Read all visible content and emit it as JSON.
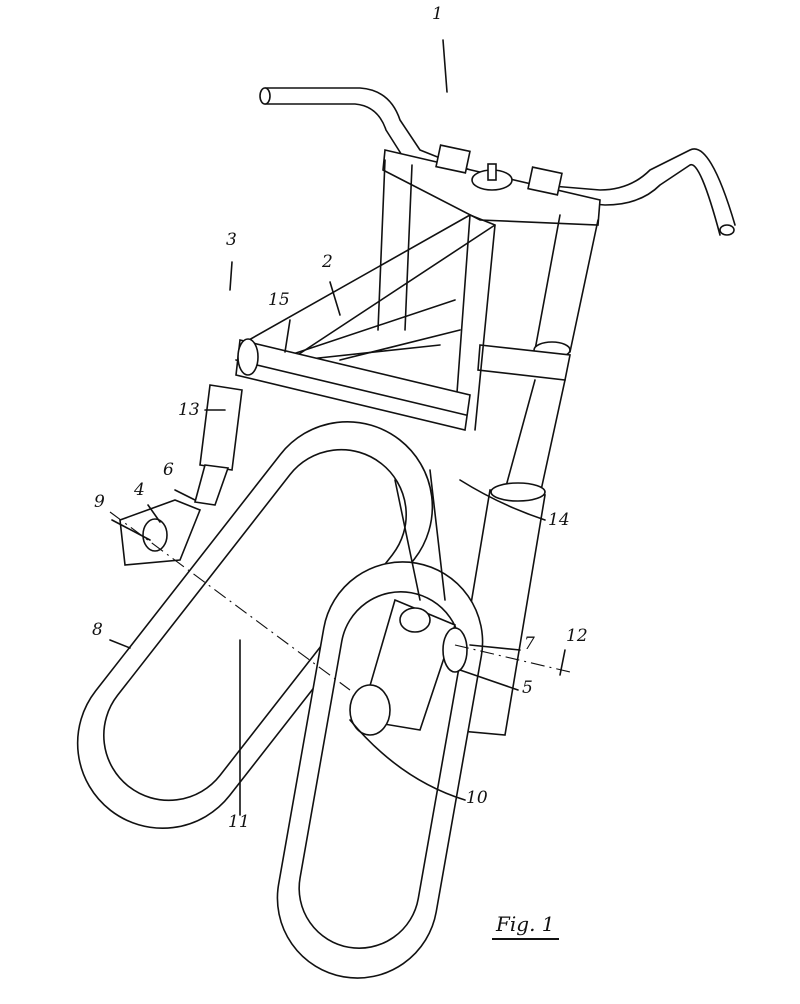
{
  "figure": {
    "caption": "Fig. 1",
    "reference_numerals": {
      "vehicle": "1",
      "frame": "2",
      "front_assembly": "3",
      "arm_left": "4",
      "arm_right": "5",
      "bracket_left": "6",
      "bracket_right": "7",
      "wheel_left": "8",
      "pivot_left": "9",
      "pivot_right": "10",
      "axis_line": "11",
      "axis_right": "12",
      "damper": "13",
      "link": "14",
      "crossbar": "15"
    }
  }
}
